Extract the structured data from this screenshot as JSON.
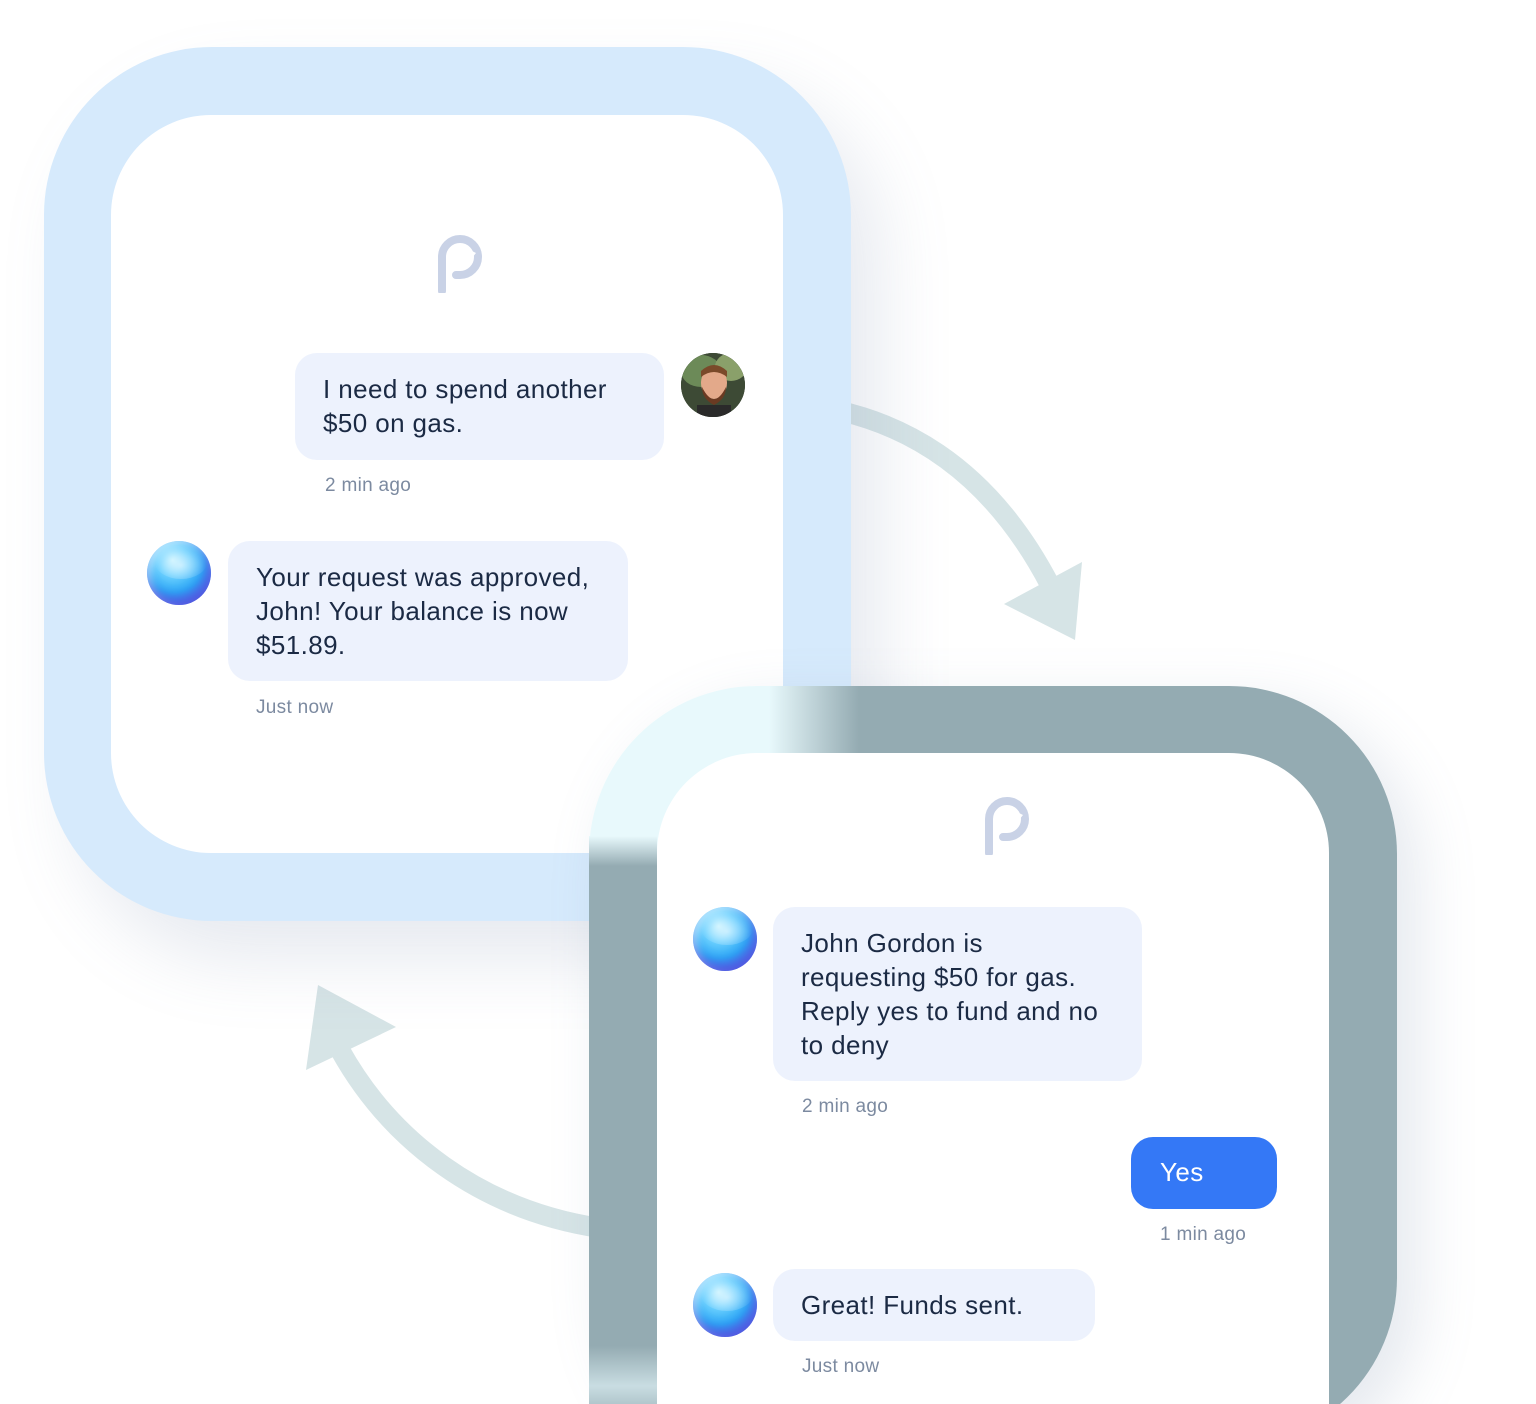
{
  "colors": {
    "frame_light_blue": "#d6eafc",
    "frame_slate": "#94abb2",
    "bubble_bg": "#edf2fd",
    "accent_blue": "#3478f6",
    "arrow": "#d6e4e6",
    "text_dark": "#1b2a44",
    "timestamp": "#7c8aa0"
  },
  "phone_one": {
    "logo_icon": "brand-p-logo",
    "messages": [
      {
        "sender": "user",
        "avatar_icon": "user-photo-avatar",
        "text": "I need to spend another $50 on gas.",
        "time": "2 min ago"
      },
      {
        "sender": "bot",
        "avatar_icon": "bot-orb-avatar",
        "text": "Your request was approved, John! Your balance is now $51.89.",
        "time": "Just now"
      }
    ]
  },
  "phone_two": {
    "logo_icon": "brand-p-logo",
    "messages": [
      {
        "sender": "bot",
        "avatar_icon": "bot-orb-avatar",
        "text": "John Gordon is requesting $50 for gas. Reply yes to fund and no to deny",
        "time": "2 min ago"
      },
      {
        "sender": "user",
        "text": "Yes",
        "time": "1 min ago"
      },
      {
        "sender": "bot",
        "avatar_icon": "bot-orb-avatar",
        "text": "Great! Funds sent.",
        "time": "Just now"
      }
    ]
  }
}
